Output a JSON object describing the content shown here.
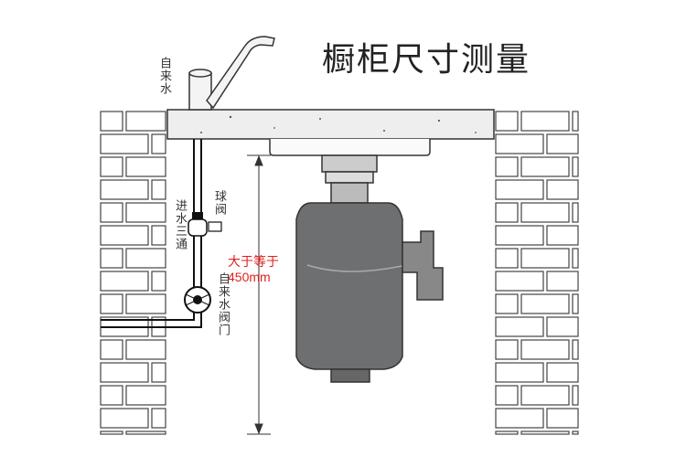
{
  "title": "橱柜尺寸测量",
  "labels": {
    "tap_water": "自来水",
    "inlet_tee": "进水三通",
    "ball_valve": "球阀",
    "tap_valve": "自来水阀门",
    "min_height_line1": "大于等于",
    "min_height_line2": "450mm"
  },
  "colors": {
    "dimension_text": "#e0201c"
  }
}
